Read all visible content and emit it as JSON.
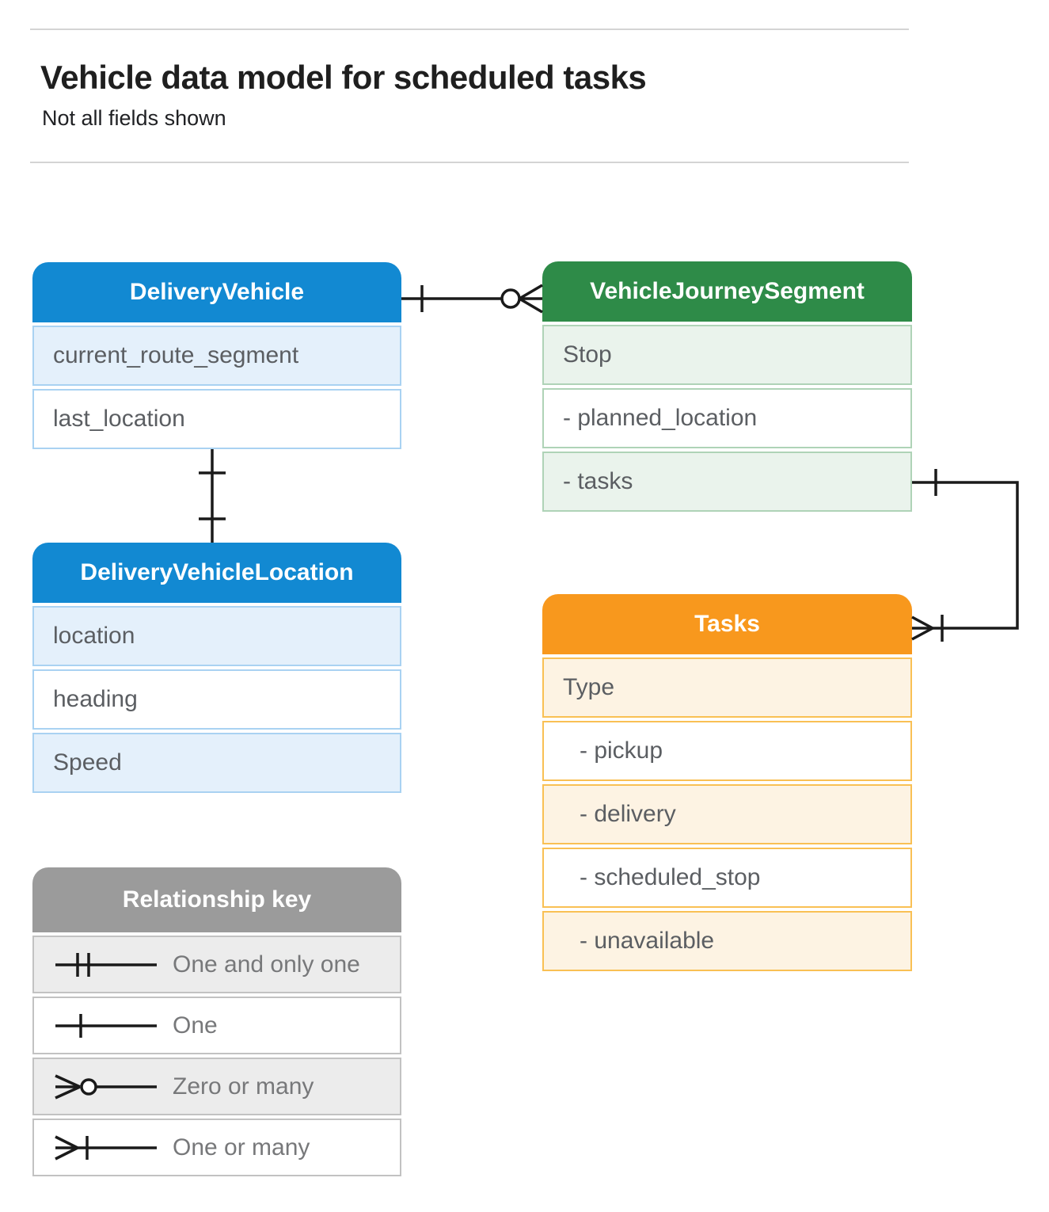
{
  "header": {
    "title": "Vehicle data model for scheduled tasks",
    "subtitle": "Not all fields shown"
  },
  "entities": [
    {
      "id": "delivery-vehicle",
      "title": "DeliveryVehicle",
      "theme_color": "#1289d2",
      "rows": [
        "current_route_segment",
        "last_location"
      ]
    },
    {
      "id": "vehicle-journey-segment",
      "title": "VehicleJourneySegment",
      "theme_color": "#2e8b48",
      "rows": [
        "Stop",
        "- planned_location",
        "- tasks"
      ]
    },
    {
      "id": "delivery-vehicle-location",
      "title": "DeliveryVehicleLocation",
      "theme_color": "#1289d2",
      "rows": [
        "location",
        "heading",
        "Speed"
      ]
    },
    {
      "id": "tasks",
      "title": "Tasks",
      "theme_color": "#f8981d",
      "rows": [
        "Type",
        "- pickup",
        "- delivery",
        "- scheduled_stop",
        "- unavailable"
      ]
    }
  ],
  "relationships": [
    {
      "from": "DeliveryVehicle",
      "to": "VehicleJourneySegment",
      "from_cardinality": "one",
      "to_cardinality": "zero-or-many"
    },
    {
      "from": "DeliveryVehicle",
      "to": "DeliveryVehicleLocation",
      "from_cardinality": "one",
      "to_cardinality": "one"
    },
    {
      "from": "VehicleJourneySegment",
      "to": "Tasks",
      "from_cardinality": "one",
      "to_cardinality": "one-or-many"
    }
  ],
  "legend": {
    "title": "Relationship key",
    "items": [
      {
        "symbol": "one-and-only-one-icon",
        "label": "One and only one"
      },
      {
        "symbol": "one-icon",
        "label": "One"
      },
      {
        "symbol": "zero-or-many-icon",
        "label": "Zero or many"
      },
      {
        "symbol": "one-or-many-icon",
        "label": "One or many"
      }
    ]
  },
  "colors": {
    "blue_header": "#1289d2",
    "blue_tint": "#e4f0fb",
    "green_header": "#2e8b48",
    "green_tint": "#eaf3ec",
    "orange_header": "#f8981d",
    "orange_tint": "#fdf3e3",
    "gray_header": "#9b9b9b",
    "gray_tint": "#ececec",
    "row_text": "#5b5e62",
    "connector": "#1a1a1a"
  }
}
